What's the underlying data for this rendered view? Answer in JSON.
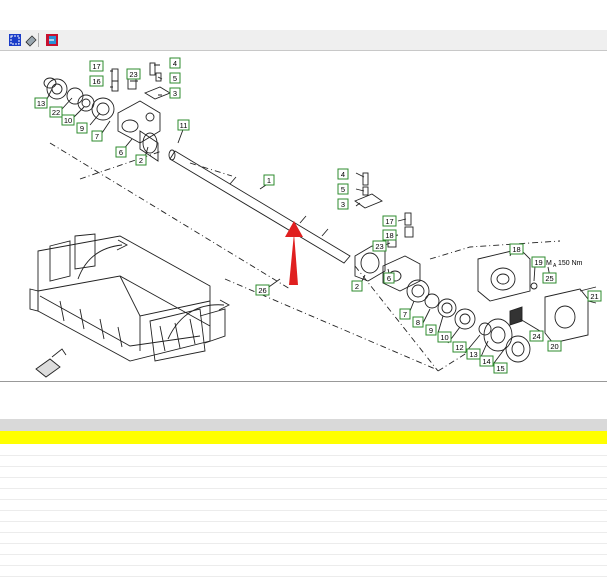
{
  "toolbar": {
    "buttons": [
      {
        "icon": "select-all-icon"
      },
      {
        "icon": "eraser-icon"
      },
      {
        "icon": "export-icon"
      }
    ]
  },
  "drawing": {
    "torque_note": "M",
    "torque_sub": "A",
    "torque_value": "150 Nm",
    "callouts": [
      "13",
      "22",
      "10",
      "9",
      "7",
      "17",
      "16",
      "23",
      "4",
      "5",
      "3",
      "6",
      "2",
      "11",
      "1",
      "4",
      "5",
      "3",
      "17",
      "18",
      "23",
      "2",
      "6",
      "7",
      "8",
      "9",
      "10",
      "12",
      "13",
      "14",
      "15",
      "18",
      "19",
      "25",
      "21",
      "24",
      "20",
      "26"
    ]
  },
  "colors": {
    "callout_border": "#2e8b2e",
    "arrow": "#e02020",
    "highlight_row": "#ffff00"
  }
}
